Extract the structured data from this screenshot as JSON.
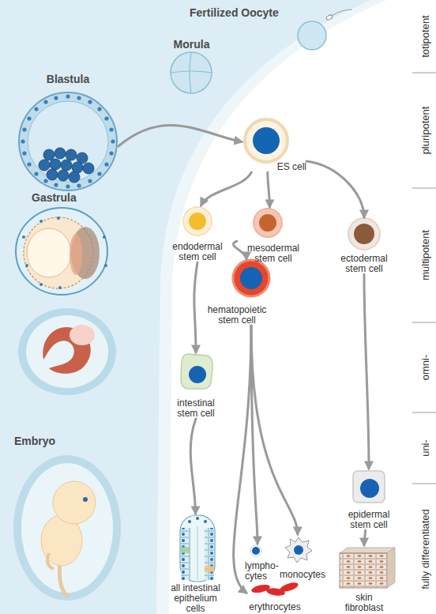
{
  "diagram": {
    "nodes": [
      {
        "text": [
          "Fertilized Oocyte"
        ]
      },
      {
        "text": [
          "Morula"
        ]
      },
      {
        "text": [
          "Blastula"
        ]
      },
      {
        "text": [
          "ES cell"
        ]
      },
      {
        "text": [
          "Gastrula"
        ]
      },
      {
        "text": [
          "endodermal stem cell"
        ]
      },
      {
        "text": [
          "mesodermal stem cell"
        ]
      },
      {
        "text": [
          "ectodermal stem cell"
        ]
      },
      {
        "text": [
          "hematopoietic stem cell"
        ]
      },
      {
        "text": [
          "intestinal stem cell"
        ]
      },
      {
        "text": [
          "epidermal stem cell"
        ]
      },
      {
        "text": [
          "Embryo"
        ]
      },
      {
        "text": [
          "all intestinal epithelium cells"
        ]
      },
      {
        "text": [
          "lympho- cytes"
        ]
      },
      {
        "text": [
          "monocytes"
        ]
      },
      {
        "text": [
          "erythrocytes"
        ]
      },
      {
        "text": [
          "skin fibroblast"
        ]
      }
    ],
    "edges": [
      {
        "from": 2,
        "to": 3,
        "arrow": "to"
      },
      {
        "from": 3,
        "to": 5,
        "arrow": "to"
      },
      {
        "from": 3,
        "to": 6,
        "arrow": "to"
      },
      {
        "from": 3,
        "to": 7,
        "arrow": "to"
      },
      {
        "from": 5,
        "to": 9,
        "arrow": "to"
      },
      {
        "from": 6,
        "to": 8,
        "arrow": "to"
      },
      {
        "from": 7,
        "to": 10,
        "arrow": "to"
      },
      {
        "from": 8,
        "to": 13,
        "arrow": "to"
      },
      {
        "from": 8,
        "to": 14,
        "arrow": "to"
      },
      {
        "from": 8,
        "to": 15,
        "arrow": "to"
      },
      {
        "from": 9,
        "to": 12,
        "arrow": "to"
      },
      {
        "from": 10,
        "to": 16,
        "arrow": "to"
      }
    ],
    "labels": [
      "totipotent",
      "pluripotent",
      "multipotent",
      "omni-",
      "uni-",
      "fully differentiated"
    ]
  }
}
